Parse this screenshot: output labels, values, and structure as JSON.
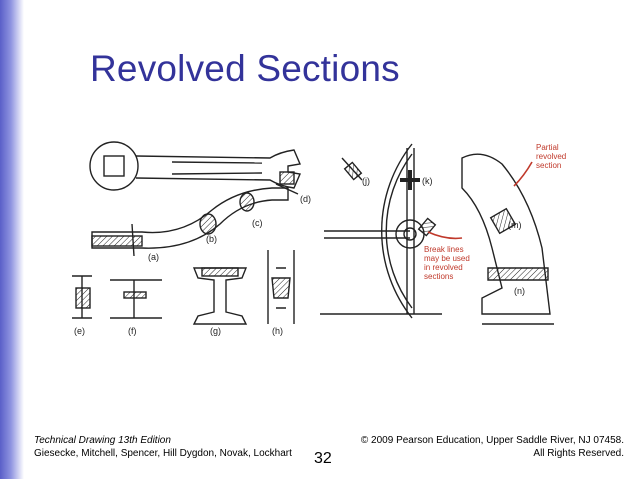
{
  "slide": {
    "title": "Revolved Sections",
    "page_number": "32"
  },
  "figure": {
    "labels": [
      "(a)",
      "(b)",
      "(c)",
      "(d)",
      "(e)",
      "(f)",
      "(g)",
      "(h)",
      "(j)",
      "(k)",
      "(m)",
      "(n)"
    ],
    "callout_partial": [
      "Partial",
      "revolved",
      "section"
    ],
    "callout_break": [
      "Break lines",
      "may be used",
      "in revolved",
      "sections"
    ]
  },
  "footer": {
    "edition": "Technical Drawing  13th Edition",
    "authors": "Giesecke, Mitchell, Spencer, Hill Dygdon, Novak, Lockhart",
    "copyright": "© 2009 Pearson Education, Upper Saddle River, NJ 07458.",
    "rights": "All Rights Reserved."
  },
  "colors": {
    "title": "#33339a",
    "callout": "#c0392b",
    "accent_bar": "#5a5fc8"
  }
}
